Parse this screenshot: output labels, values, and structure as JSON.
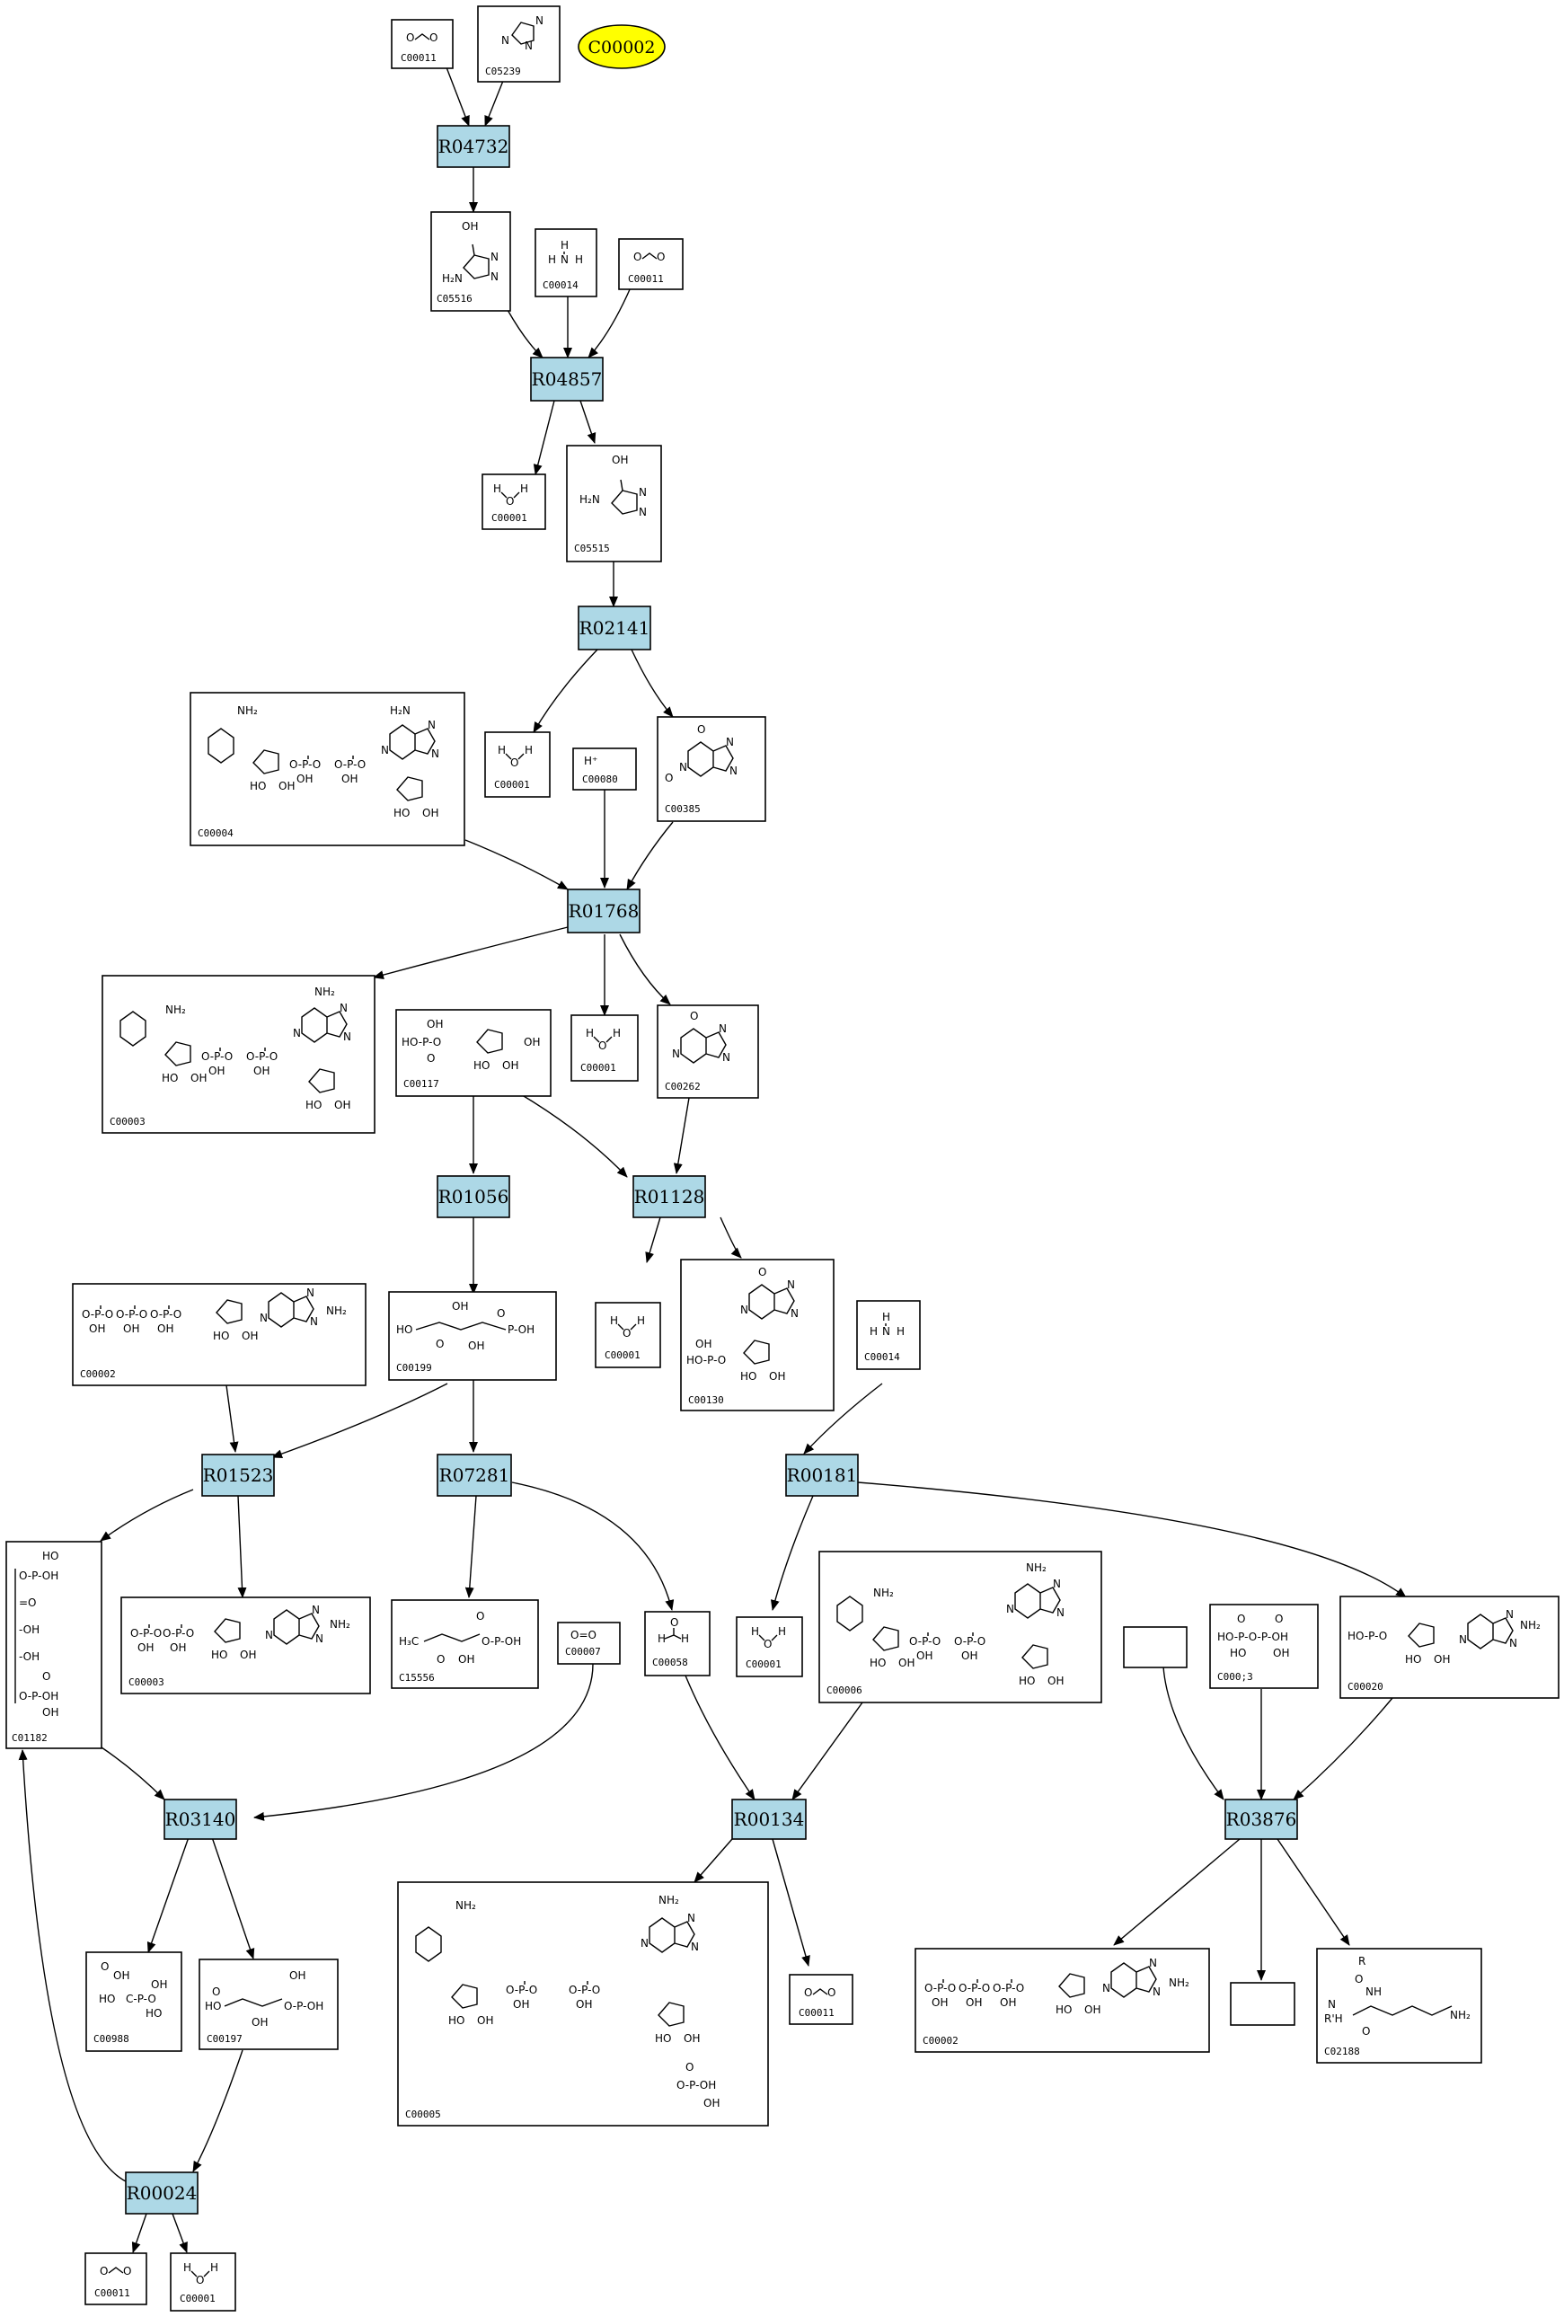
{
  "highlight": {
    "label": "C00002",
    "color": "#ffff00"
  },
  "colors": {
    "reaction_fill": "#add8e6",
    "stroke": "#000000"
  },
  "reactions": [
    {
      "id": "r04732",
      "label": "R04732"
    },
    {
      "id": "r04857",
      "label": "R04857"
    },
    {
      "id": "r02141",
      "label": "R02141"
    },
    {
      "id": "r01768",
      "label": "R01768"
    },
    {
      "id": "r01056",
      "label": "R01056"
    },
    {
      "id": "r01128",
      "label": "R01128"
    },
    {
      "id": "r01523",
      "label": "R01523"
    },
    {
      "id": "r07281",
      "label": "R07281"
    },
    {
      "id": "r00181",
      "label": "R00181"
    },
    {
      "id": "r03140",
      "label": "R03140"
    },
    {
      "id": "r00134",
      "label": "R00134"
    },
    {
      "id": "r03876",
      "label": "R03876"
    },
    {
      "id": "r00024",
      "label": "R00024"
    }
  ],
  "compounds": [
    {
      "id": "c1",
      "label": "C00011",
      "mol": "co2"
    },
    {
      "id": "c2",
      "label": "C05239",
      "mol": "imidazole"
    },
    {
      "id": "c3",
      "label": "C05516",
      "mol": "aicar-acid"
    },
    {
      "id": "c4",
      "label": "C00014",
      "mol": "nh3"
    },
    {
      "id": "c5",
      "label": "C00011",
      "mol": "co2"
    },
    {
      "id": "c6",
      "label": "C00001",
      "mol": "h2o"
    },
    {
      "id": "c7",
      "label": "C05515",
      "mol": "aicar-amide"
    },
    {
      "id": "c8",
      "label": "C00004",
      "mol": "nadh"
    },
    {
      "id": "c9",
      "label": "C00001",
      "mol": "h2o"
    },
    {
      "id": "c10",
      "label": "C00080",
      "mol": "proton",
      "text": "H⁺"
    },
    {
      "id": "c11",
      "label": "C00385",
      "mol": "purine-dione"
    },
    {
      "id": "c12",
      "label": "C00003",
      "mol": "nad"
    },
    {
      "id": "c13",
      "label": "C00117",
      "mol": "ribose-p"
    },
    {
      "id": "c14",
      "label": "C00001",
      "mol": "h2o"
    },
    {
      "id": "c15",
      "label": "C00262",
      "mol": "purine-one"
    },
    {
      "id": "c16",
      "label": "C00002",
      "mol": "atp"
    },
    {
      "id": "c17",
      "label": "C00199",
      "mol": "ketose-p"
    },
    {
      "id": "c18",
      "label": "C00001",
      "mol": "h2o"
    },
    {
      "id": "c19",
      "label": "C00130",
      "mol": "imp"
    },
    {
      "id": "c20",
      "label": "C00014",
      "mol": "nh3"
    },
    {
      "id": "c21",
      "label": "C01182",
      "mol": "rubp"
    },
    {
      "id": "c22",
      "label": "C00003",
      "mol": "nucleotide"
    },
    {
      "id": "c23",
      "label": "C15556",
      "mol": "small-p"
    },
    {
      "id": "c24",
      "label": "C00007",
      "mol": "o2",
      "text": "O=O"
    },
    {
      "id": "c25",
      "label": "C00058",
      "mol": "formate"
    },
    {
      "id": "c26",
      "label": "C00001",
      "mol": "h2o"
    },
    {
      "id": "c27",
      "label": "C00006",
      "mol": "nadp"
    },
    {
      "id": "c28",
      "label": "",
      "mol": "blank"
    },
    {
      "id": "c29",
      "label": "C000;3",
      "mol": "ppi"
    },
    {
      "id": "c30",
      "label": "C00020",
      "mol": "amp"
    },
    {
      "id": "c31",
      "label": "C00988",
      "mol": "phosphono"
    },
    {
      "id": "c32",
      "label": "C00197",
      "mol": "small-p"
    },
    {
      "id": "c33",
      "label": "C00005",
      "mol": "nadph"
    },
    {
      "id": "c34",
      "label": "C00011",
      "mol": "co2"
    },
    {
      "id": "c35",
      "label": "C00002",
      "mol": "atp"
    },
    {
      "id": "c36",
      "label": "",
      "mol": "blank"
    },
    {
      "id": "c37",
      "label": "C02188",
      "mol": "peptide"
    },
    {
      "id": "c38",
      "label": "C00011",
      "mol": "co2"
    },
    {
      "id": "c39",
      "label": "C00001",
      "mol": "h2o"
    }
  ]
}
